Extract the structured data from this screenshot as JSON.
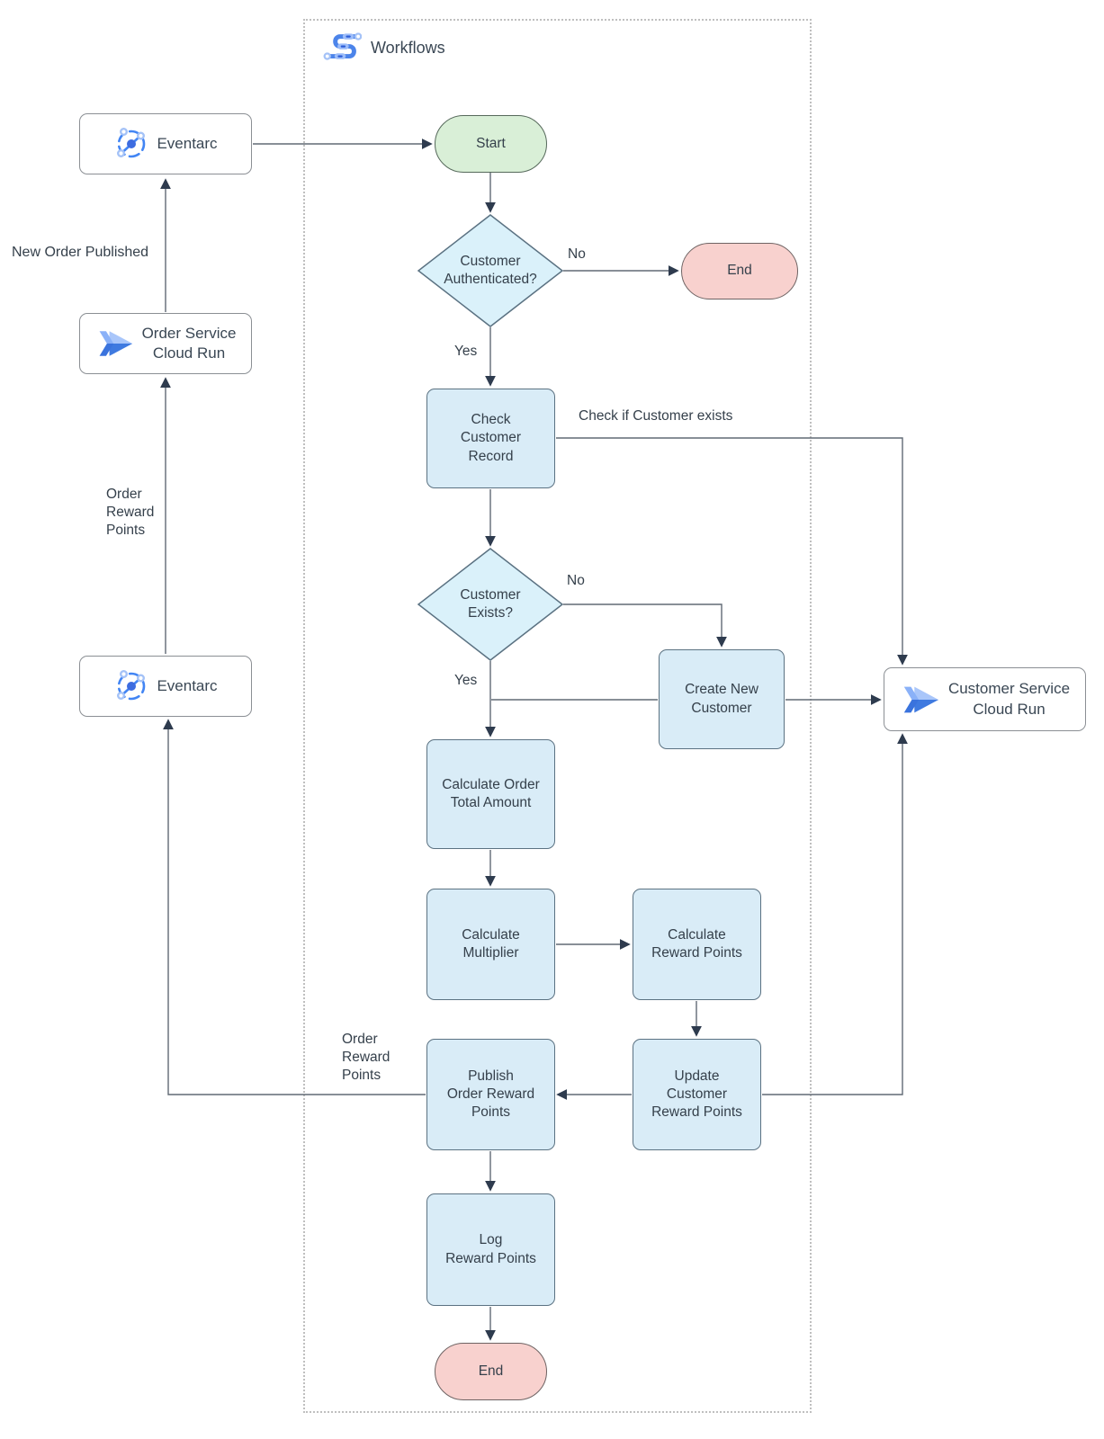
{
  "workflows": {
    "title": "Workflows"
  },
  "external": {
    "eventarc_top": "Eventarc",
    "order_service": "Order Service\nCloud Run",
    "eventarc_bottom": "Eventarc",
    "customer_service": "Customer Service\nCloud Run"
  },
  "nodes": {
    "start": "Start",
    "auth": "Customer\nAuthenticated?",
    "end_top": "End",
    "check_record": "Check\nCustomer\nRecord",
    "exists": "Customer\nExists?",
    "create_customer": "Create New\nCustomer",
    "calc_total": "Calculate Order\nTotal Amount",
    "calc_multiplier": "Calculate\nMultiplier",
    "calc_reward": "Calculate\nReward Points",
    "update_reward": "Update\nCustomer\nReward Points",
    "publish_reward": "Publish\nOrder Reward\nPoints",
    "log_reward": "Log\nReward Points",
    "end_bottom": "End"
  },
  "edge_labels": {
    "new_order_published": "New Order Published",
    "order_reward_points_left": "Order\nReward\nPoints",
    "order_reward_points_publish": "Order\nReward\nPoints",
    "auth_no": "No",
    "auth_yes": "Yes",
    "check_if_customer_exists": "Check if Customer exists",
    "exists_no": "No",
    "exists_yes": "Yes"
  },
  "edges": [
    {
      "from": "Eventarc (top)",
      "to": "Start",
      "label": ""
    },
    {
      "from": "Start",
      "to": "Customer Authenticated?",
      "label": ""
    },
    {
      "from": "Customer Authenticated?",
      "to": "End (top)",
      "label": "No"
    },
    {
      "from": "Customer Authenticated?",
      "to": "Check Customer Record",
      "label": "Yes"
    },
    {
      "from": "Check Customer Record",
      "to": "Customer Service Cloud Run",
      "label": "Check if Customer exists"
    },
    {
      "from": "Check Customer Record",
      "to": "Customer Exists?",
      "label": ""
    },
    {
      "from": "Customer Exists?",
      "to": "Create New Customer",
      "label": "No"
    },
    {
      "from": "Customer Exists?",
      "to": "Calculate Order Total Amount",
      "label": "Yes"
    },
    {
      "from": "Create New Customer",
      "to": "Customer Service Cloud Run",
      "label": ""
    },
    {
      "from": "Create New Customer",
      "to": "Calculate Order Total Amount",
      "label": ""
    },
    {
      "from": "Calculate Order Total Amount",
      "to": "Calculate Multiplier",
      "label": ""
    },
    {
      "from": "Calculate Multiplier",
      "to": "Calculate Reward Points",
      "label": ""
    },
    {
      "from": "Calculate Reward Points",
      "to": "Update Customer Reward Points",
      "label": ""
    },
    {
      "from": "Update Customer Reward Points",
      "to": "Publish Order Reward Points",
      "label": ""
    },
    {
      "from": "Update Customer Reward Points",
      "to": "Customer Service Cloud Run",
      "label": ""
    },
    {
      "from": "Publish Order Reward Points",
      "to": "Eventarc (bottom)",
      "label": "Order Reward Points"
    },
    {
      "from": "Publish Order Reward Points",
      "to": "Log Reward Points",
      "label": ""
    },
    {
      "from": "Log Reward Points",
      "to": "End (bottom)",
      "label": ""
    },
    {
      "from": "Eventarc (bottom)",
      "to": "Order Service Cloud Run",
      "label": "Order Reward Points"
    },
    {
      "from": "Order Service Cloud Run",
      "to": "Eventarc (top)",
      "label": "New Order Published"
    }
  ],
  "colors": {
    "process_fill": "#d9ecf7",
    "decision_fill": "#daf1fa",
    "start_fill": "#d9efd7",
    "end_fill": "#f8d1ce",
    "service_fill": "#ffffff",
    "accent_blue": "#4285f4",
    "edge_stroke": "#616a75",
    "arrowhead": "#2e3b4e"
  }
}
